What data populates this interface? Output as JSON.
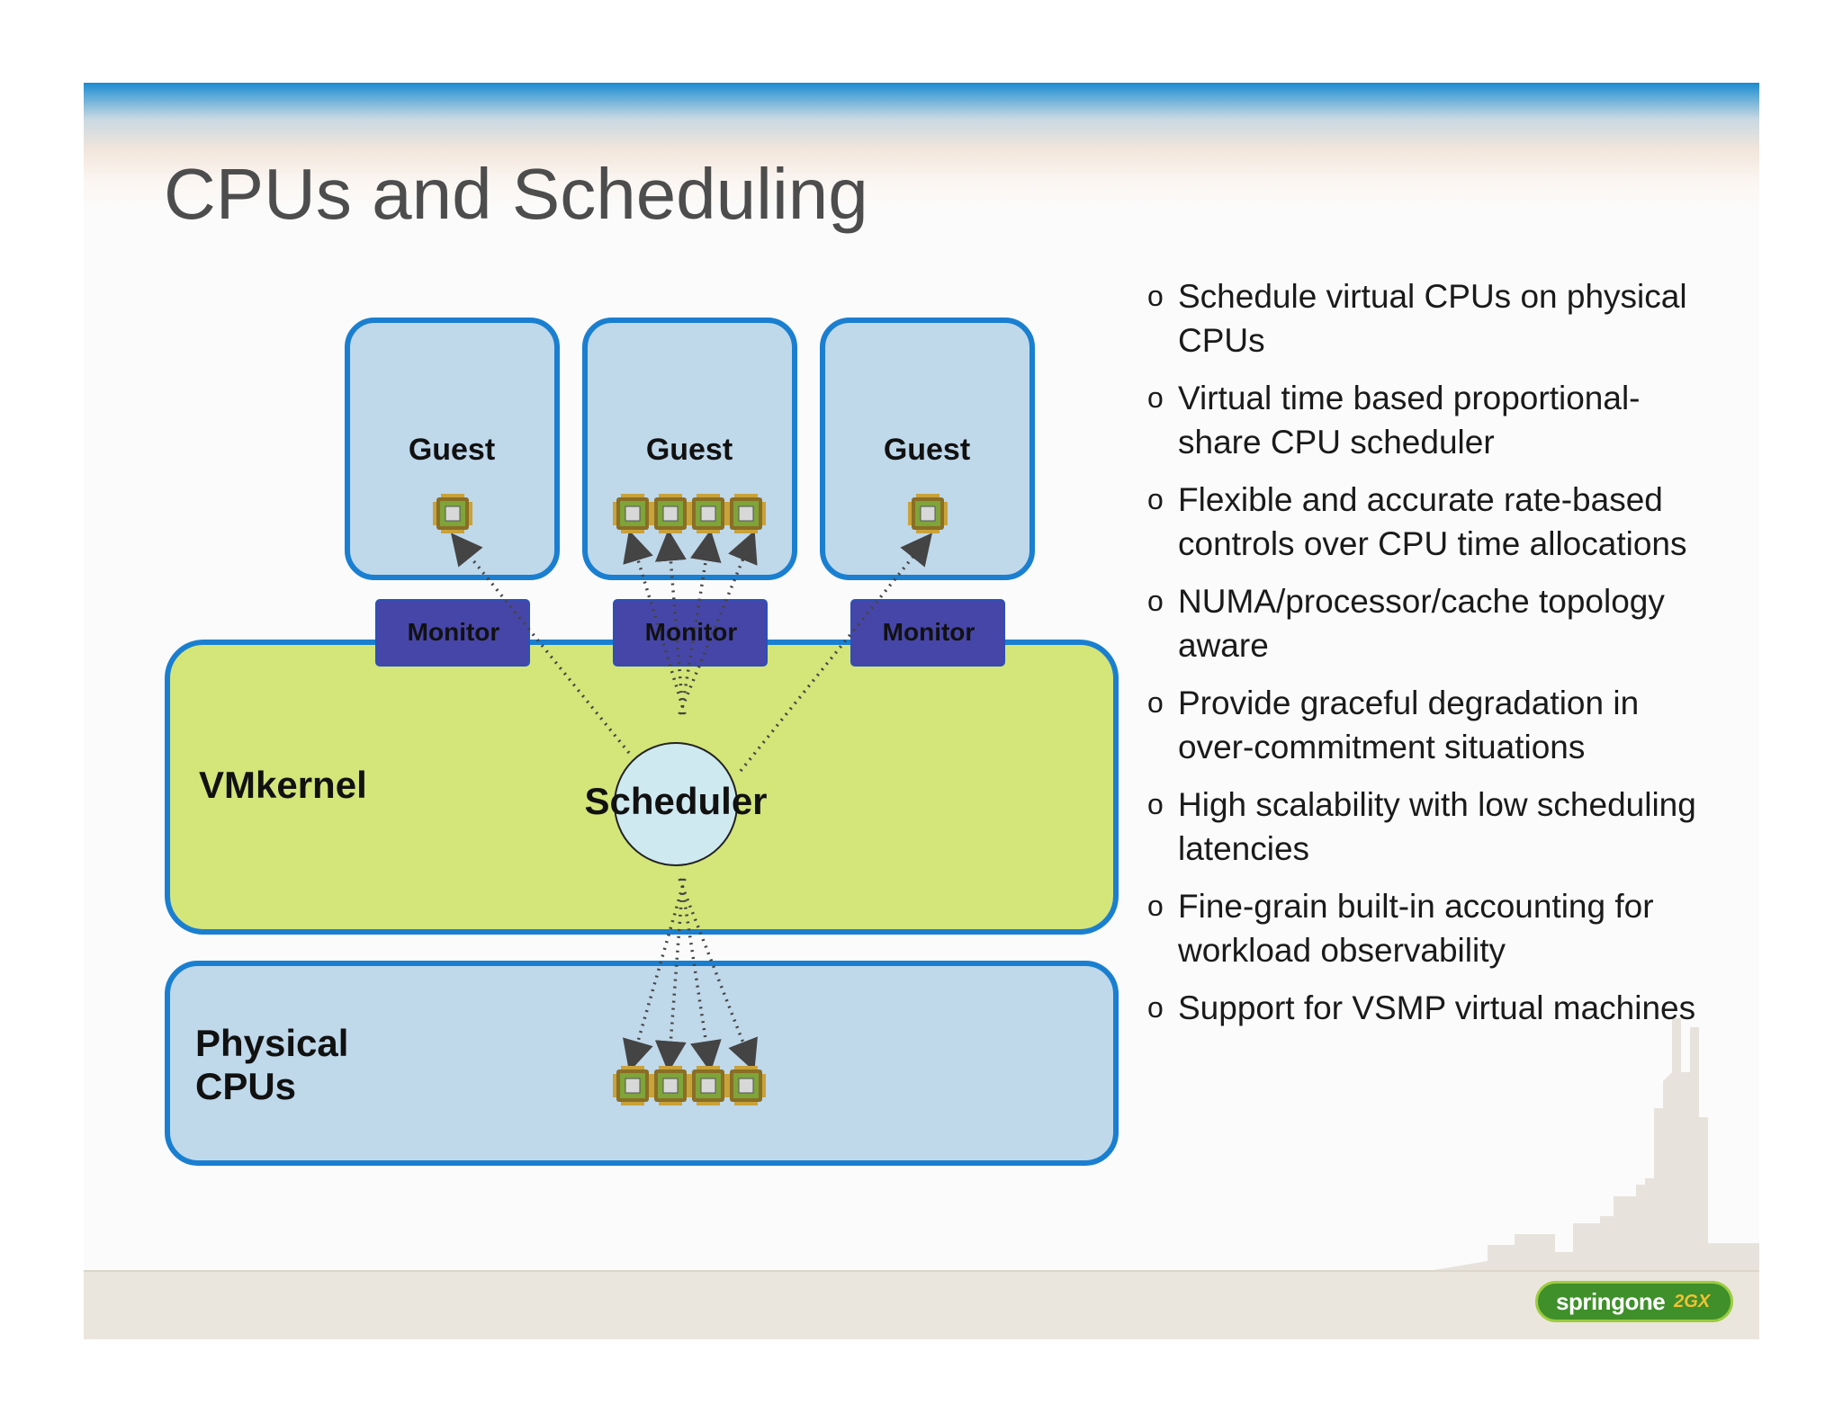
{
  "slide": {
    "title": "CPUs and Scheduling"
  },
  "diagram": {
    "guests": [
      {
        "label": "Guest",
        "vcpu_count": 1
      },
      {
        "label": "Guest",
        "vcpu_count": 4
      },
      {
        "label": "Guest",
        "vcpu_count": 1
      }
    ],
    "monitors": [
      "Monitor",
      "Monitor",
      "Monitor"
    ],
    "vmkernel_label": "VMkernel",
    "scheduler_label": "Scheduler",
    "physical_label": "Physical\nCPUs",
    "physical_cpu_count": 4,
    "colors": {
      "box_fill": "#bfd8ea",
      "box_border": "#1a7fd0",
      "kernel_fill": "#d4e57a",
      "monitor_fill": "#4646a8",
      "scheduler_fill": "#cfe9f0"
    }
  },
  "bullets": [
    "Schedule virtual CPUs on physical CPUs",
    "Virtual time based proportional-share CPU scheduler",
    "Flexible and accurate rate-based controls over CPU time allocations",
    "NUMA/processor/cache topology aware",
    "Provide graceful degradation in over-commitment situations",
    "High scalability with low scheduling latencies",
    "Fine-grain built-in accounting for workload observability",
    "Support for VSMP virtual machines"
  ],
  "bullet_marker": "o",
  "logo": {
    "text": "springone",
    "suffix": "2GX"
  }
}
